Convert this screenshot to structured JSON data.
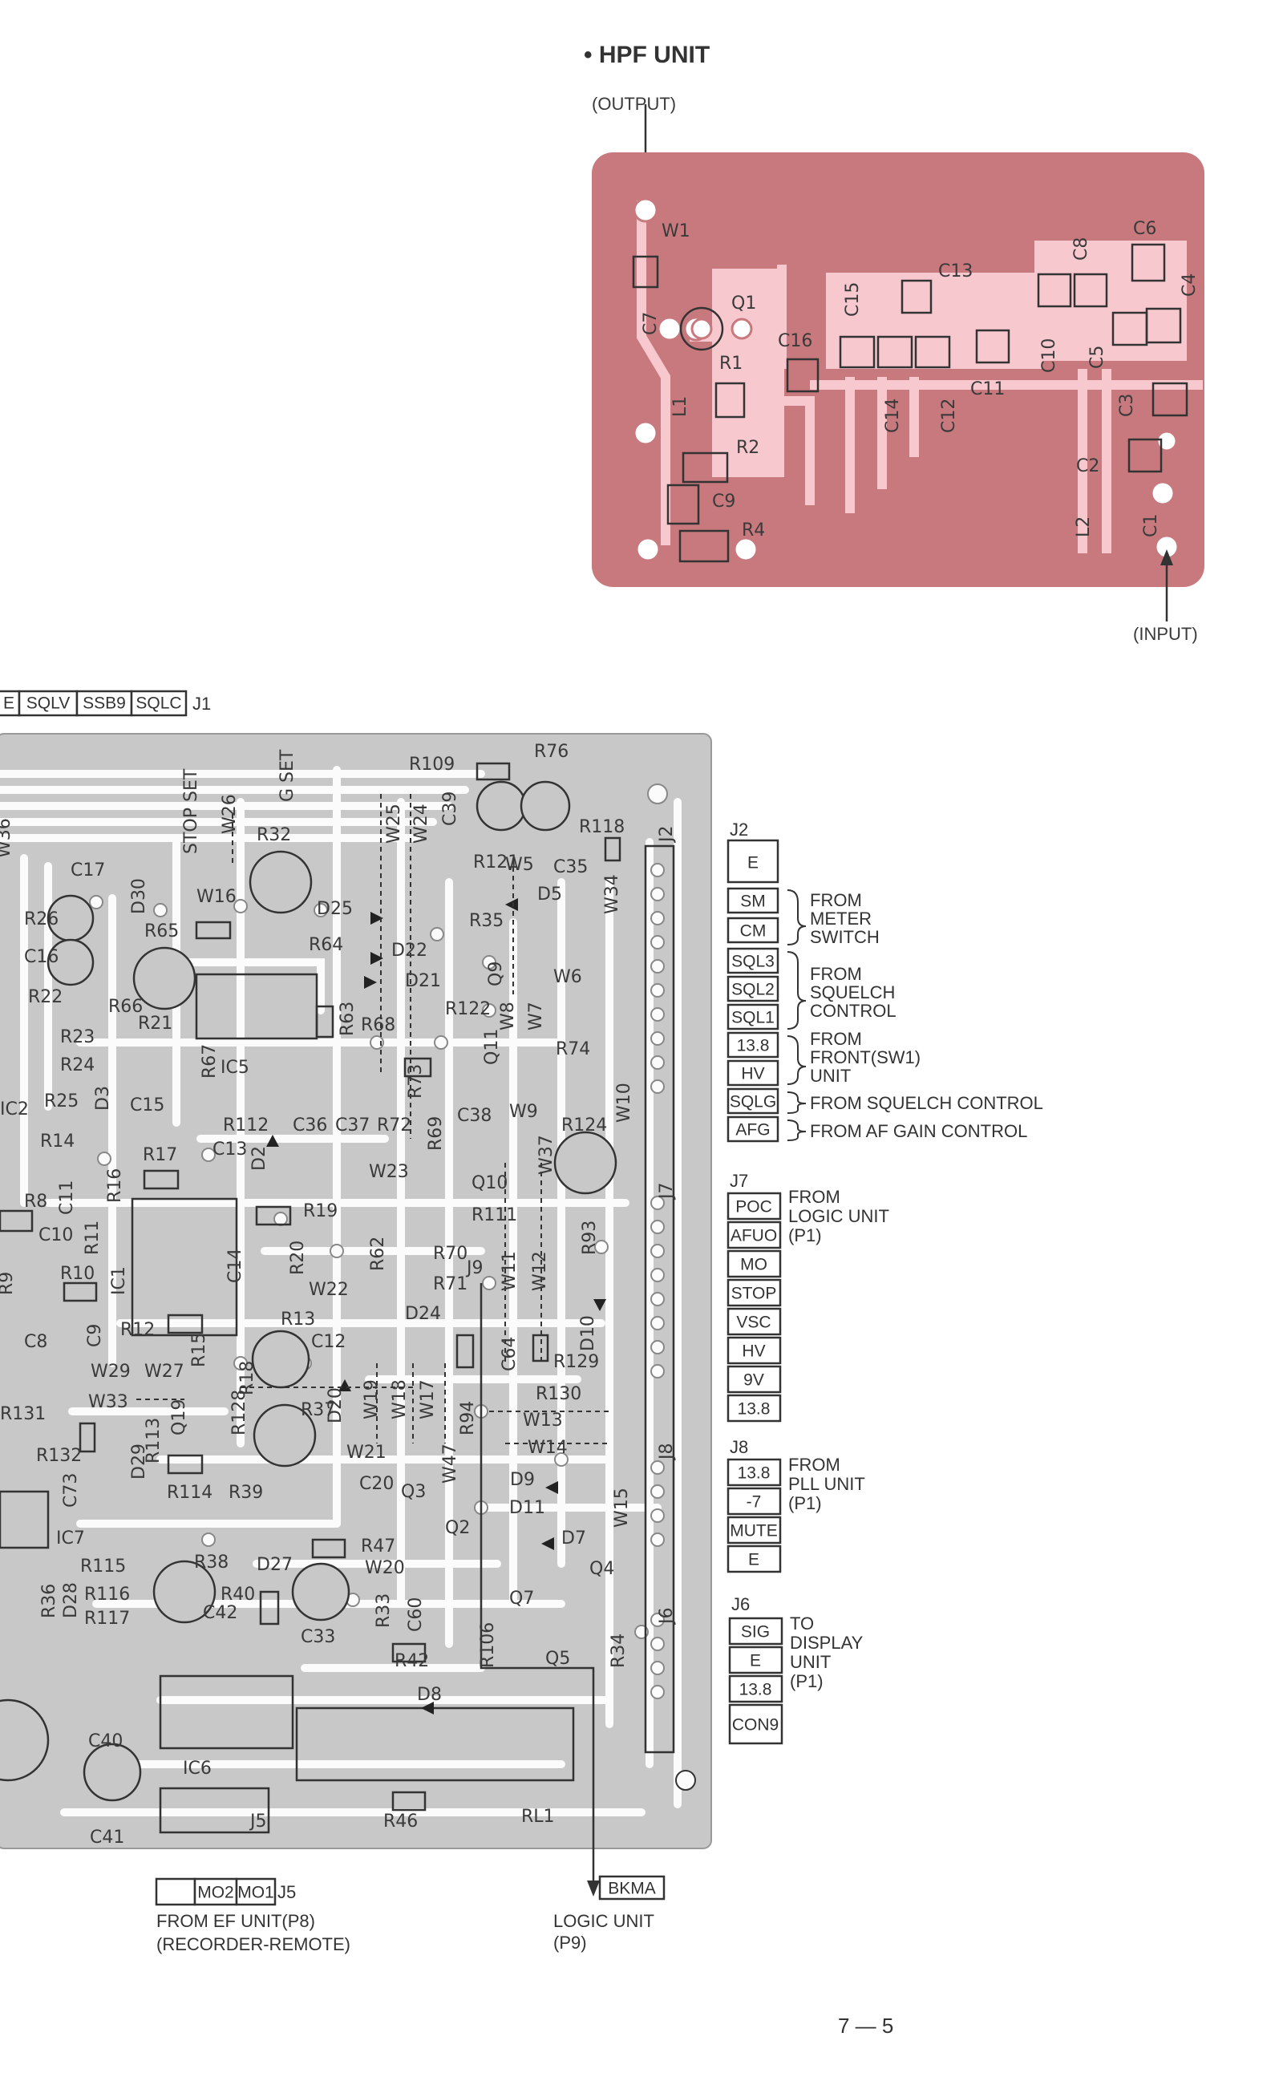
{
  "hpf": {
    "title": "• HPF UNIT",
    "output_label": "(OUTPUT)",
    "input_label": "(INPUT)",
    "components": [
      "W1",
      "Q1",
      "C7",
      "L1",
      "R1",
      "R2",
      "C9",
      "R4",
      "C16",
      "C15",
      "C13",
      "C14",
      "C12",
      "C11",
      "C10",
      "C8",
      "C6",
      "C4",
      "C5",
      "C3",
      "C2",
      "L2",
      "C1"
    ]
  },
  "main_board": {
    "components": [
      "R109",
      "R76",
      "STOP SET",
      "W26",
      "W25",
      "W24",
      "C39",
      "R118",
      "G SET",
      "R32",
      "R121",
      "W5",
      "C35",
      "W36",
      "C17",
      "R26",
      "D30",
      "W16",
      "D25",
      "D5",
      "W34",
      "R35",
      "C16",
      "R65",
      "R64",
      "D22",
      "W6",
      "R22",
      "D21",
      "Q9",
      "R66",
      "R63",
      "R68",
      "R122",
      "W8",
      "W7",
      "R23",
      "R21",
      "R24",
      "C15",
      "R67",
      "IC5",
      "R73",
      "Q11",
      "R74",
      "R25",
      "D3",
      "IC2",
      "R112",
      "C36",
      "C37",
      "R72",
      "C38",
      "W9",
      "R124",
      "W10",
      "R14",
      "C13",
      "R69",
      "R17",
      "D2",
      "W23",
      "W37",
      "R16",
      "Q10",
      "R8",
      "C11",
      "R111",
      "C10",
      "R11",
      "R19",
      "R62",
      "R93",
      "C14",
      "R20",
      "R70",
      "R9",
      "R10",
      "IC1",
      "W22",
      "R71",
      "J9",
      "W11",
      "W12",
      "R13",
      "D24",
      "D10",
      "C8",
      "C9",
      "R12",
      "C12",
      "R15",
      "C64",
      "R129",
      "W29",
      "W27",
      "R18",
      "D20",
      "W19",
      "W18",
      "W17",
      "R94",
      "R130",
      "R131",
      "W33",
      "Q19",
      "R128",
      "R37",
      "W13",
      "D29",
      "R113",
      "W21",
      "W47",
      "W14",
      "R132",
      "R114",
      "R39",
      "C20",
      "Q3",
      "D9",
      "C73",
      "D11",
      "W15",
      "IC7",
      "R38",
      "R47",
      "Q2",
      "D7",
      "R115",
      "D27",
      "W20",
      "Q4",
      "R36",
      "D28",
      "R116",
      "R40",
      "Q7",
      "R117",
      "C42",
      "C33",
      "R33",
      "C60",
      "R106",
      "R34",
      "Q5",
      "R42",
      "D8",
      "C40",
      "IC6",
      "C41",
      "J5",
      "R46",
      "RL1"
    ]
  },
  "connectors": {
    "j1": {
      "name": "J1",
      "pins": [
        "E",
        "SQLV",
        "SSB9",
        "SQLC"
      ]
    },
    "j2": {
      "name": "J2",
      "pins": [
        "E",
        "SM",
        "CM",
        "SQL3",
        "SQL2",
        "SQL1",
        "13.8",
        "HV",
        "SQLG",
        "AFG"
      ],
      "groups": [
        {
          "lines": [
            "FROM",
            "METER",
            "SWITCH"
          ]
        },
        {
          "lines": [
            "FROM",
            "SQUELCH",
            "CONTROL"
          ]
        },
        {
          "lines": [
            "FROM",
            "FRONT(SW1)",
            "UNIT"
          ]
        },
        {
          "lines": [
            "FROM SQUELCH CONTROL"
          ]
        },
        {
          "lines": [
            "FROM AF GAIN CONTROL"
          ]
        }
      ]
    },
    "j7": {
      "name": "J7",
      "pins": [
        "POC",
        "AFUO",
        "MO",
        "STOP",
        "VSC",
        "HV",
        "9V",
        "13.8"
      ],
      "lines": [
        "FROM",
        "LOGIC UNIT",
        "(P1)"
      ]
    },
    "j8": {
      "name": "J8",
      "pins": [
        "13.8",
        "-7",
        "MUTE",
        "E"
      ],
      "lines": [
        "FROM",
        "PLL UNIT",
        "(P1)"
      ]
    },
    "j6": {
      "name": "J6",
      "pins": [
        "SIG",
        "E",
        "13.8",
        "CON9"
      ],
      "lines": [
        "TO",
        "DISPLAY",
        "UNIT",
        "(P1)"
      ]
    },
    "j5": {
      "name": "J5",
      "pins": [
        "",
        "MO2",
        "MO1"
      ],
      "lines": [
        "FROM EF UNIT(P8)",
        "(RECORDER-REMOTE)"
      ]
    },
    "bkma": {
      "label": "BKMA",
      "lines": [
        "LOGIC UNIT",
        "(P9)"
      ]
    }
  },
  "page_number": "7 — 5"
}
